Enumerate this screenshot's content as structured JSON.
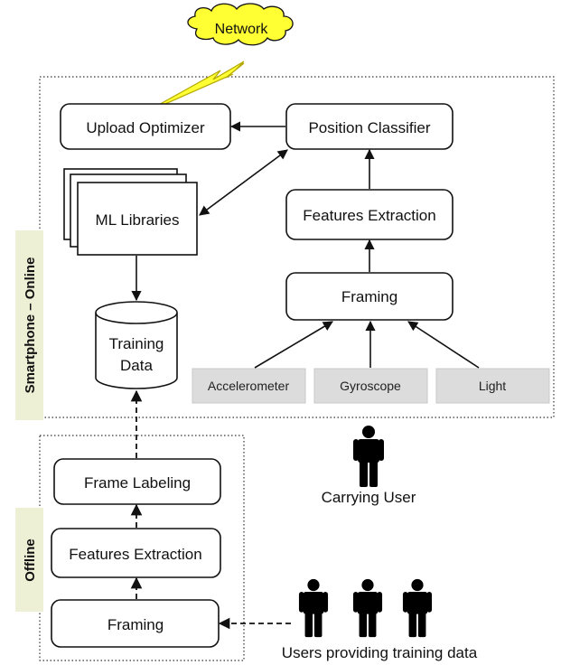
{
  "network": {
    "label": "Network"
  },
  "online": {
    "tag": "Smartphone – Online",
    "upload_optimizer": "Upload Optimizer",
    "position_classifier": "Position Classifier",
    "ml_libraries": "ML Libraries",
    "features_extraction": "Features Extraction",
    "framing": "Framing",
    "training_data": [
      "Training",
      "Data"
    ],
    "sensors": [
      "Accelerometer",
      "Gyroscope",
      "Light"
    ]
  },
  "offline": {
    "tag": "Offline",
    "frame_labeling": "Frame Labeling",
    "features_extraction": "Features Extraction",
    "framing": "Framing"
  },
  "people": {
    "carrying_user": "Carrying User",
    "training_users": "Users providing training data"
  },
  "colors": {
    "tag_background": "#eef0d6",
    "sensor_background": "#dcdcdc",
    "lightning": "#ffff33",
    "cloud": "#ffff33"
  }
}
